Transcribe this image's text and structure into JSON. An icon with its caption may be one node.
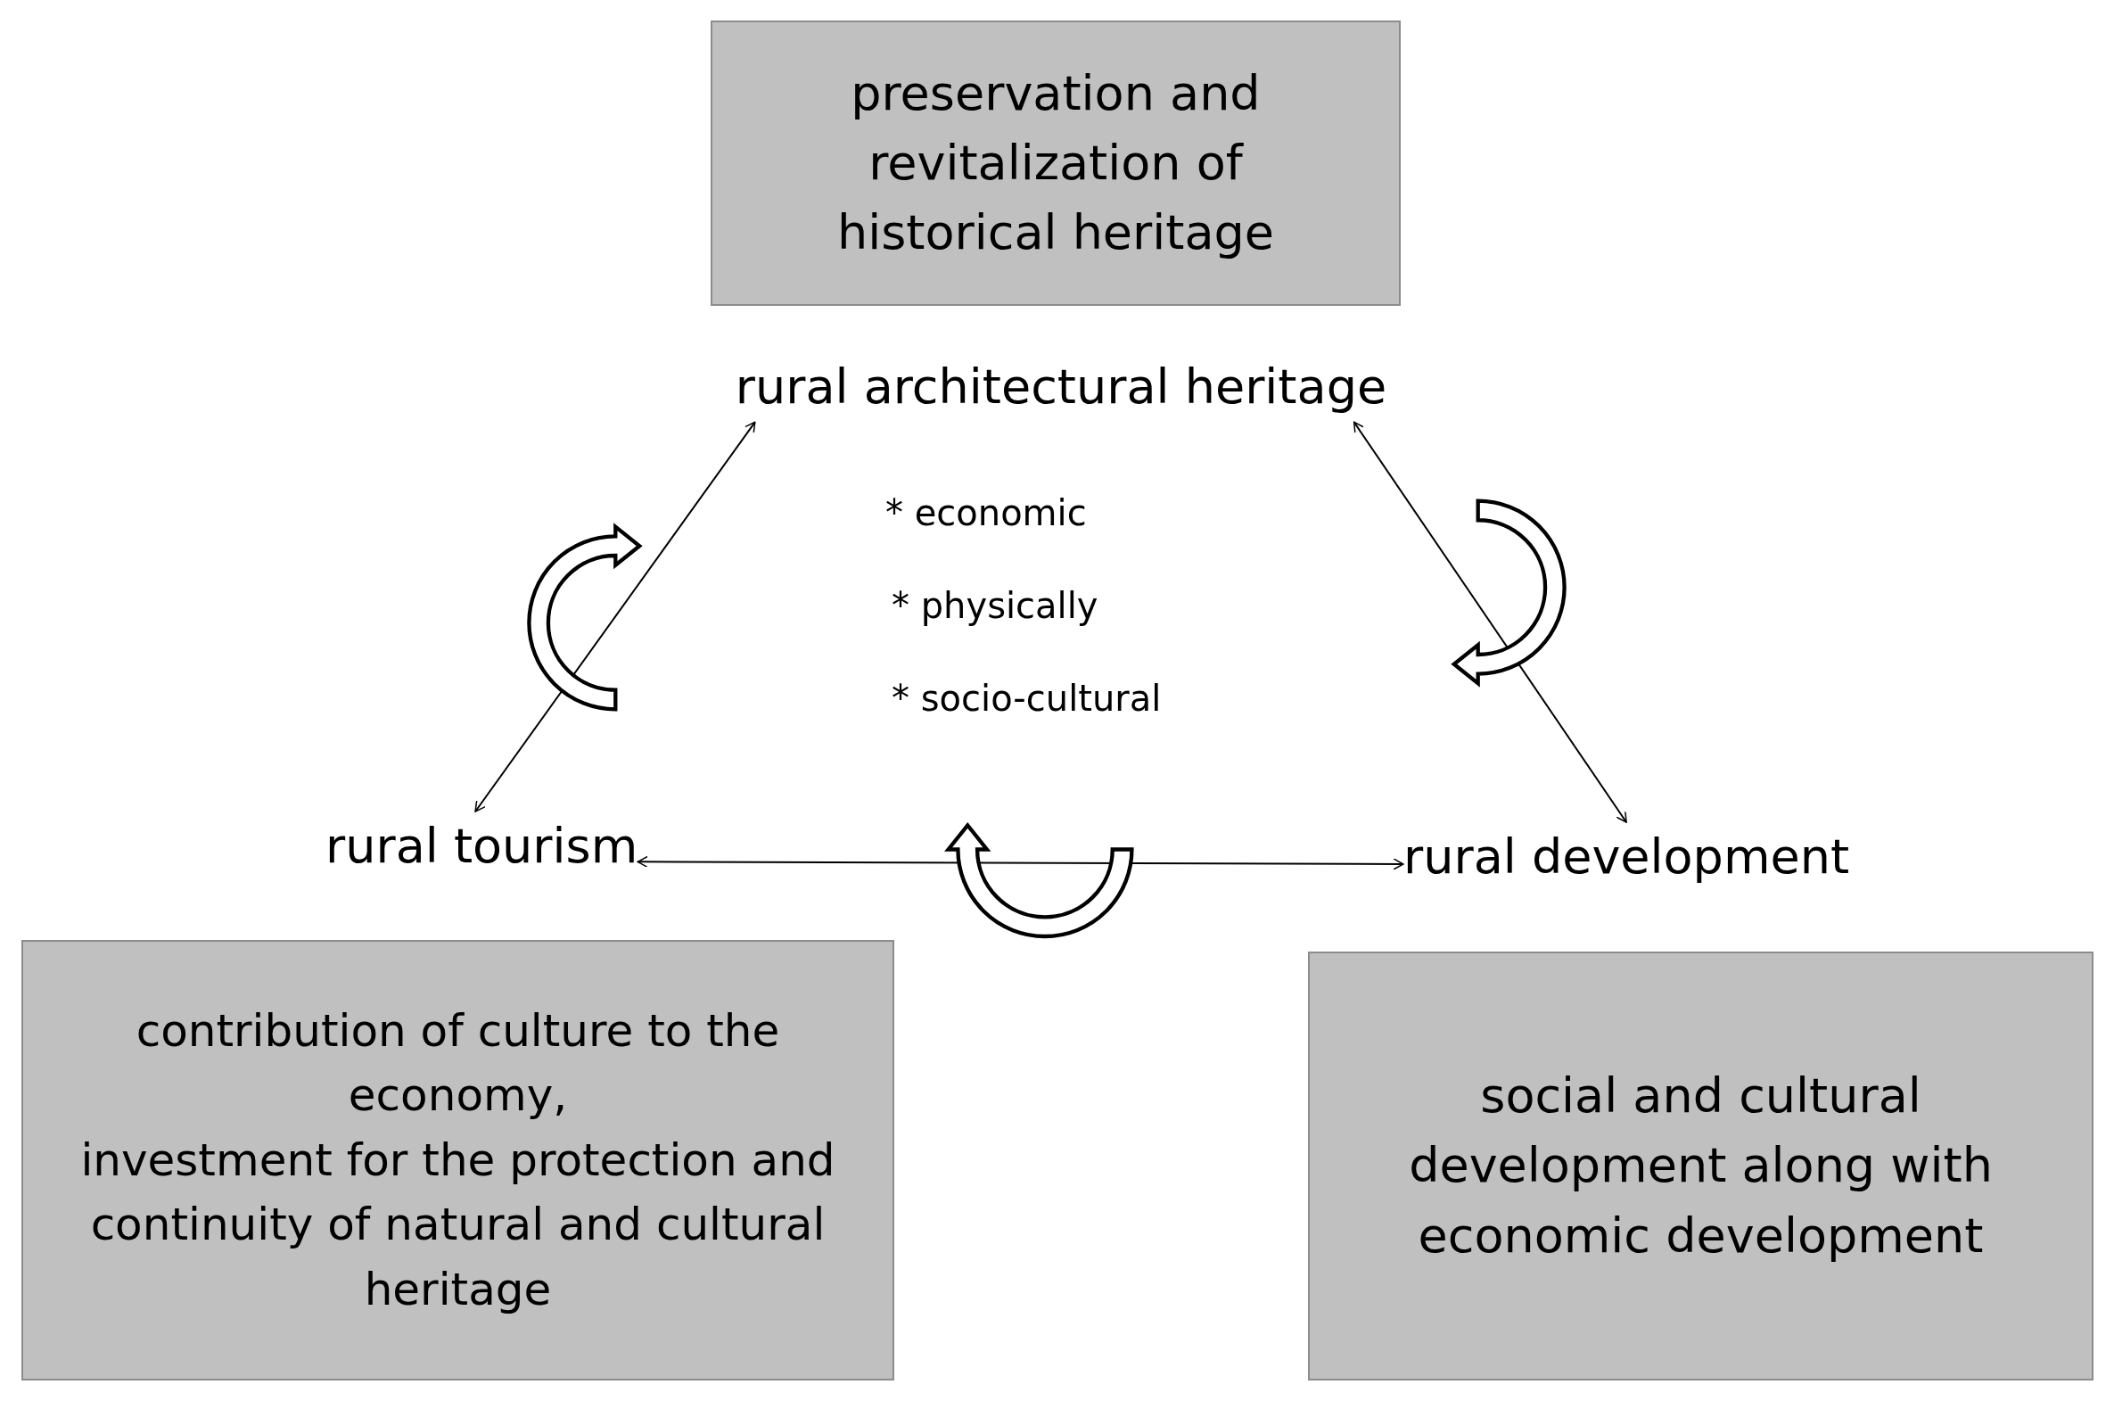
{
  "diagram": {
    "nodes": [
      {
        "text": [
          "preservation and revitalization of historical heritage"
        ]
      },
      {
        "text": [
          "rural architectural heritage"
        ]
      },
      {
        "text": [
          "rural tourism"
        ]
      },
      {
        "text": [
          "rural development"
        ]
      },
      {
        "text": [
          "contribution of culture to the economy,",
          "investment for the protection and continuity of natural and cultural heritage"
        ]
      },
      {
        "text": [
          "social and cultural development along with economic development"
        ]
      }
    ],
    "edges": [
      {
        "from": 2,
        "to": 1,
        "arrow": "both"
      },
      {
        "from": 1,
        "to": 3,
        "arrow": "both"
      },
      {
        "from": 2,
        "to": 3,
        "arrow": "both"
      }
    ],
    "labels": [
      "* economic",
      "* physically",
      "* socio-cultural"
    ]
  }
}
